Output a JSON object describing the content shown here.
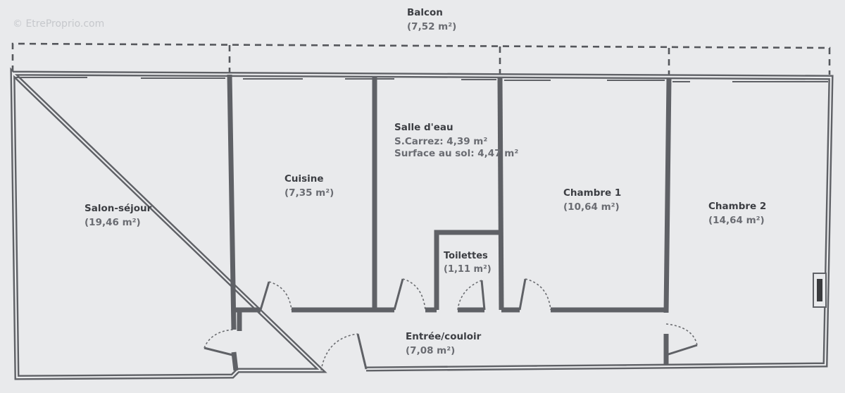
{
  "watermark": "© EtreProprio.com",
  "rooms": {
    "balcon": {
      "name": "Balcon",
      "area": "(7,52 m²)"
    },
    "salon": {
      "name": "Salon-séjour",
      "area": "(19,46 m²)"
    },
    "cuisine": {
      "name": "Cuisine",
      "area": "(7,35 m²)"
    },
    "salle_eau": {
      "name": "Salle d'eau",
      "carrez": "S.Carrez: 4,39 m²",
      "sol": "Surface au sol: 4,47 m²"
    },
    "toilettes": {
      "name": "Toilettes",
      "area": "(1,11 m²)"
    },
    "chambre1": {
      "name": "Chambre 1",
      "area": "(10,64 m²)"
    },
    "chambre2": {
      "name": "Chambre 2",
      "area": "(14,64 m²)"
    },
    "entree": {
      "name": "Entrée/couloir",
      "area": "(7,08 m²)"
    }
  },
  "colors": {
    "background": "#e9eaec",
    "wall": "#5f6166",
    "text": "#3c3e43"
  }
}
